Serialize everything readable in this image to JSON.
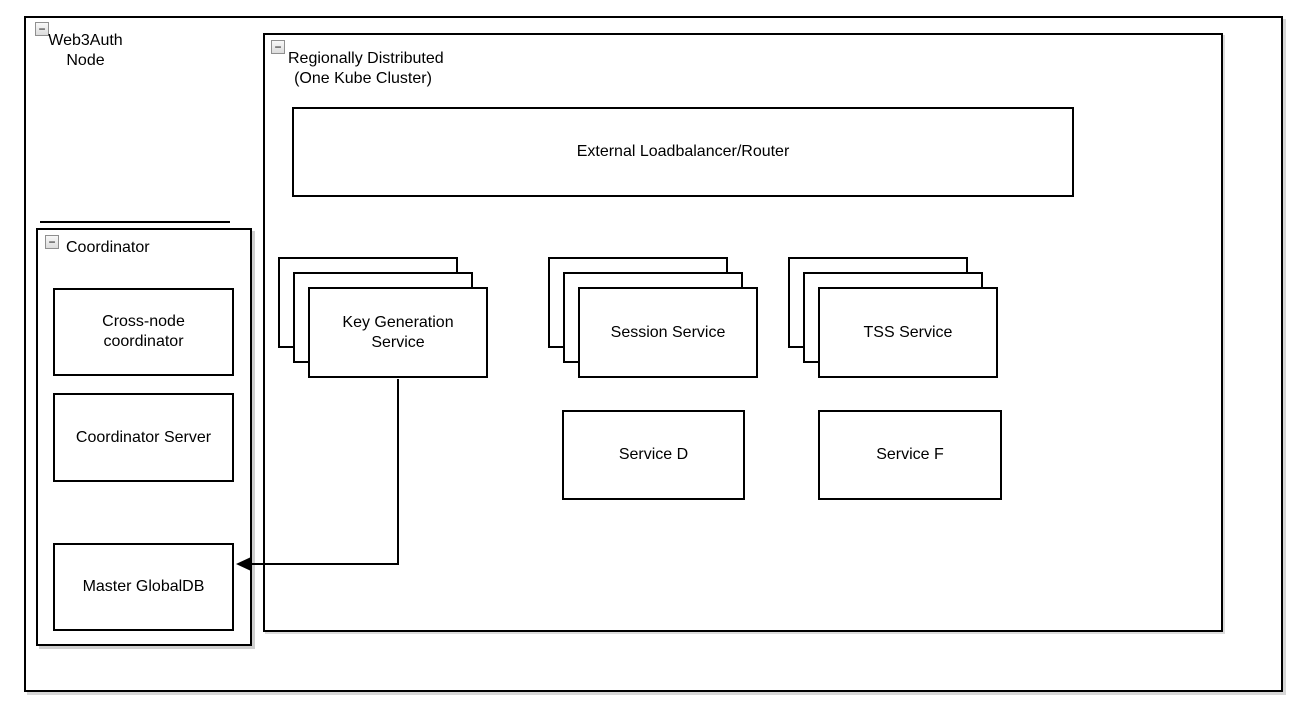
{
  "canvas": {
    "background": "#ffffff",
    "border_color": "#000000",
    "shadow_color": "#d6d6d6"
  },
  "groups": {
    "web3auth": {
      "label_lines": [
        "Web3Auth",
        "Node"
      ],
      "collapse_glyph": "−"
    },
    "region": {
      "label_lines": [
        "Regionally Distributed",
        "(One Kube Cluster)"
      ],
      "collapse_glyph": "−"
    },
    "coordinator": {
      "label": "Coordinator",
      "collapse_glyph": "−"
    }
  },
  "nodes": {
    "loadbalancer": "External Loadbalancer/Router",
    "coordinator_children": [
      {
        "lines": [
          "Cross-node",
          "coordinator"
        ]
      },
      {
        "lines": [
          "Coordinator Server"
        ]
      },
      {
        "lines": [
          "Master GlobalDB"
        ]
      }
    ],
    "stacks": [
      {
        "lines": [
          "Key Generation",
          "Service"
        ]
      },
      {
        "lines": [
          "Session Service"
        ]
      },
      {
        "lines": [
          "TSS Service"
        ]
      }
    ],
    "services": [
      "Service D",
      "Service F"
    ]
  },
  "connector": {
    "from": "Key Generation Service",
    "to": "Master GlobalDB"
  }
}
